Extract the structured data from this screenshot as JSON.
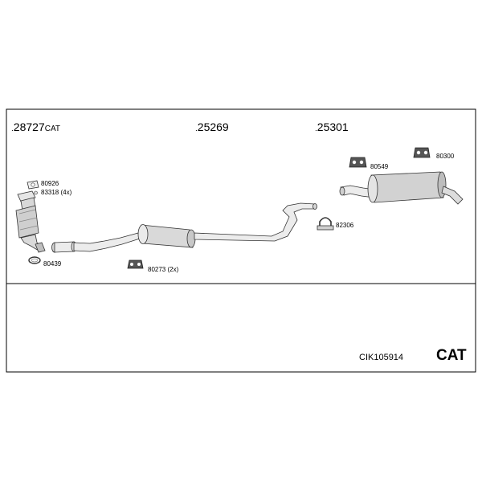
{
  "main_parts": {
    "catalyst": {
      "number": "28727",
      "suffix": "CAT"
    },
    "middle_silencer": {
      "number": "25269"
    },
    "rear_silencer": {
      "number": "25301"
    }
  },
  "fittings": {
    "gasket": "80926",
    "bolt": "83318 (4x)",
    "catalyst_clamp": "80439",
    "middle_hanger": "80273 (2x)",
    "rear_hanger_a": "80549",
    "rear_hanger_b": "80300",
    "clamp": "82306"
  },
  "footer": {
    "kit_code": "CIK105914",
    "badge": "CAT"
  }
}
